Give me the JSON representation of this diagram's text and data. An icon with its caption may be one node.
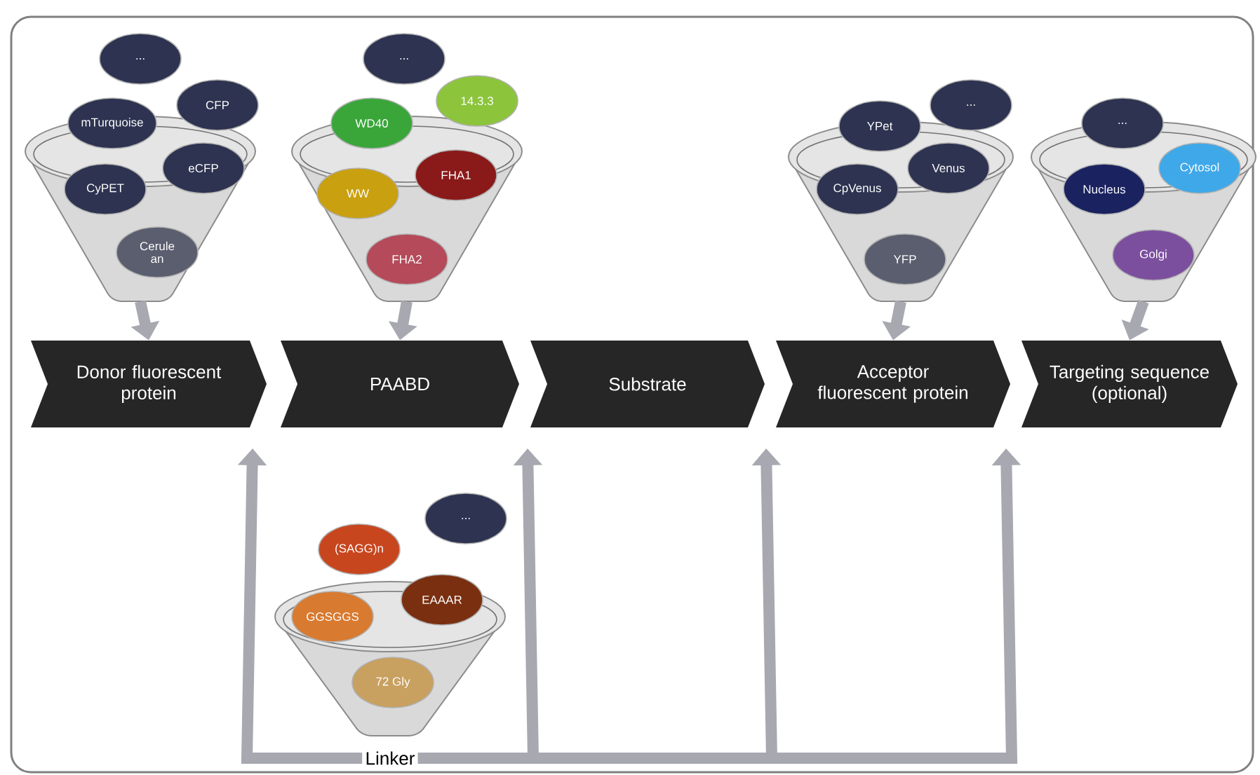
{
  "diagram": {
    "nodes": [
      {
        "text": [],
        "shape": "funnel"
      },
      {
        "text": [
          "..."
        ]
      },
      {
        "text": [
          "CFP"
        ]
      },
      {
        "text": [
          "mTurquoise"
        ]
      },
      {
        "text": [
          "eCFP"
        ]
      },
      {
        "text": [
          "CyPET"
        ],
        "in": 0
      },
      {
        "text": [
          "Cerule an"
        ],
        "in": 0
      },
      {
        "text": [],
        "shape": "funnel"
      },
      {
        "text": [
          "..."
        ]
      },
      {
        "text": [
          "14.3.3"
        ]
      },
      {
        "text": [
          "WD40"
        ]
      },
      {
        "text": [
          "FHA1"
        ],
        "in": 7
      },
      {
        "text": [
          "WW"
        ],
        "in": 7
      },
      {
        "text": [
          "FHA2"
        ],
        "in": 7
      },
      {
        "text": [],
        "shape": "funnel"
      },
      {
        "text": [
          "..."
        ]
      },
      {
        "text": [
          "YPet"
        ]
      },
      {
        "text": [
          "Venus"
        ]
      },
      {
        "text": [
          "CpVenus"
        ],
        "in": 14
      },
      {
        "text": [
          "YFP"
        ],
        "in": 14
      },
      {
        "text": [],
        "shape": "funnel"
      },
      {
        "text": [
          "..."
        ]
      },
      {
        "text": [
          "Cytosol"
        ]
      },
      {
        "text": [
          "Nucleus"
        ],
        "in": 20
      },
      {
        "text": [
          "Golgi"
        ],
        "in": 20
      },
      {
        "text": [
          "Donor fluorescent protein"
        ]
      },
      {
        "text": [
          "PAABD"
        ]
      },
      {
        "text": [
          "Substrate"
        ]
      },
      {
        "text": [
          "Acceptor fluorescent protein"
        ]
      },
      {
        "text": [
          "Targeting sequence (optional)"
        ]
      },
      {
        "text": [],
        "shape": "funnel"
      },
      {
        "text": [
          "..."
        ]
      },
      {
        "text": [
          "(SAGG)n"
        ]
      },
      {
        "text": [
          "EAAAR"
        ]
      },
      {
        "text": [
          "GGSGGS"
        ]
      },
      {
        "text": [
          "72 Gly"
        ],
        "in": 30
      },
      {
        "text": [
          "Linker"
        ]
      }
    ],
    "edges": [
      {
        "from": 0,
        "to": 25,
        "arrow": "to"
      },
      {
        "from": 7,
        "to": 26,
        "arrow": "to"
      },
      {
        "from": 14,
        "to": 28,
        "arrow": "to"
      },
      {
        "from": 20,
        "to": 29,
        "arrow": "to"
      },
      {
        "from": 36,
        "to": null,
        "arrow": "to"
      },
      {
        "from": 36,
        "to": null,
        "arrow": "to"
      },
      {
        "from": 36,
        "to": null,
        "arrow": "to"
      },
      {
        "from": 36,
        "to": null,
        "arrow": "to"
      }
    ]
  }
}
